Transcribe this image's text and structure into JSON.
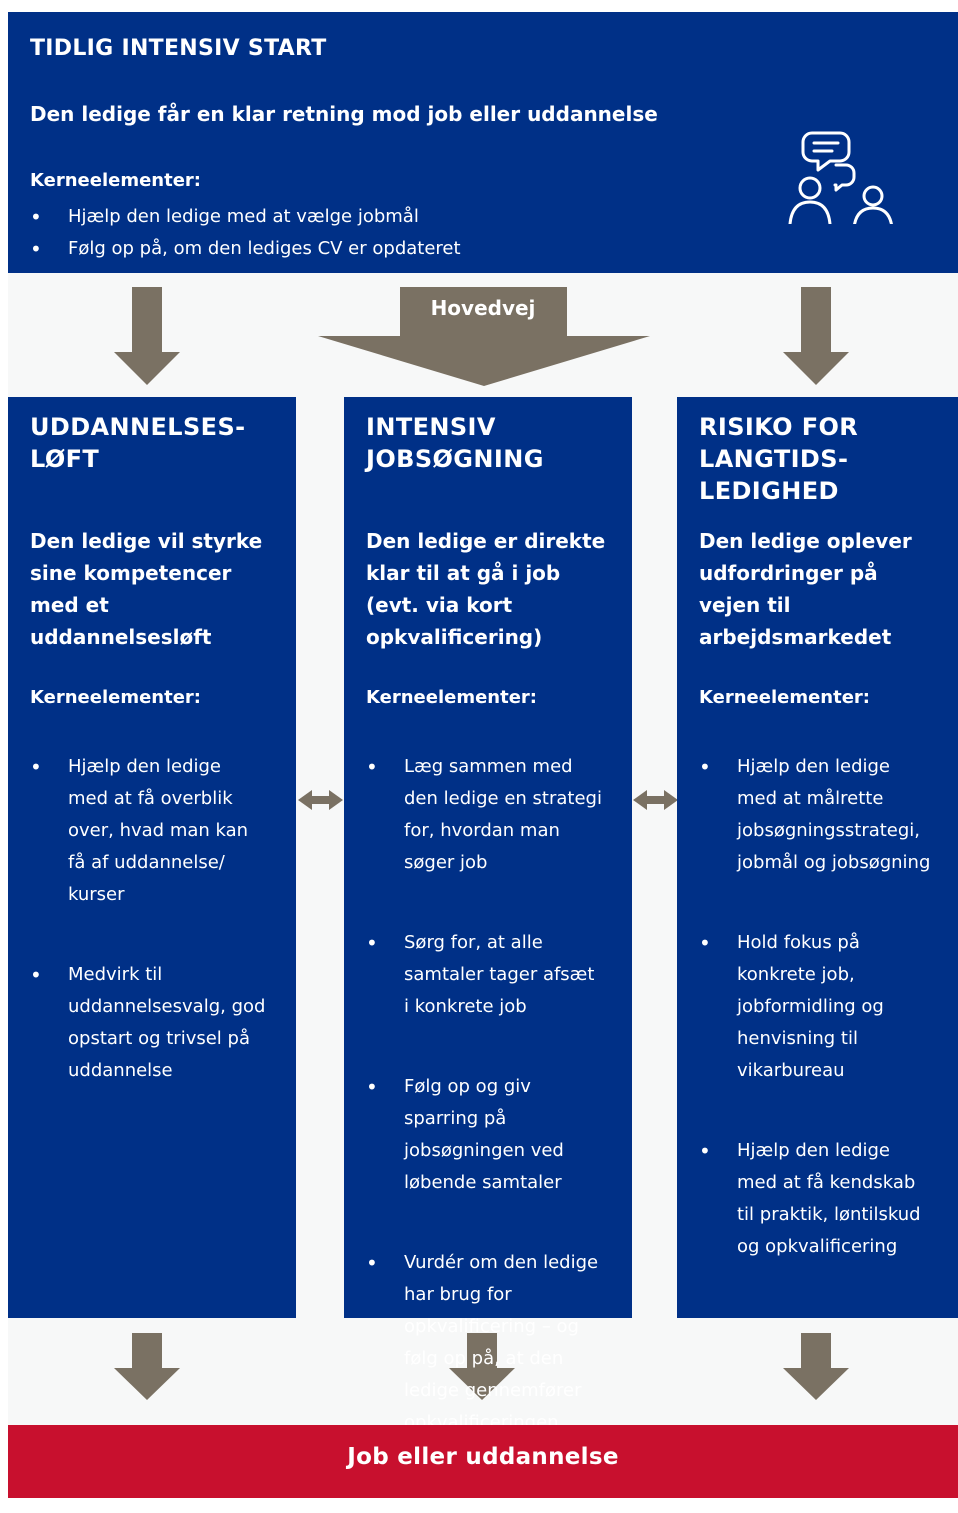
{
  "top": {
    "title": "TIDLIG INTENSIV START",
    "subtitle": "Den ledige får en klar retning mod job eller uddannelse",
    "kerne_label": "Kerneelementer:",
    "items": [
      "Hjælp den ledige med at vælge jobmål",
      "Følg op på, om den lediges CV er opdateret"
    ],
    "icon": "people-conversation-icon"
  },
  "hovedvej_label": "Hovedvej",
  "columns": [
    {
      "title": "UDDANNELSES-\nLØFT",
      "subtitle": "Den ledige vil styrke\nsine kompetencer\nmed et\nuddannelsesløft",
      "kerne_label": "Kerneelementer:",
      "items": [
        "Hjælp den ledige\nmed at få overblik\nover, hvad man kan\nfå af uddannelse/\nkurser",
        "Medvirk til\nuddannelsesvalg, god\nopstart og trivsel på\nuddannelse"
      ]
    },
    {
      "title": "INTENSIV\nJOBSØGNING",
      "subtitle": "Den ledige er direkte\nklar til at gå i job\n(evt. via kort\nopkvalificering)",
      "kerne_label": "Kerneelementer:",
      "items": [
        "Læg sammen med\nden ledige en strategi\nfor, hvordan man\nsøger job",
        "Sørg for, at alle\nsamtaler tager afsæt\ni konkrete job",
        "Følg op og giv\nsparring på\njobsøgningen ved\nløbende samtaler",
        "Vurdér om den ledige\nhar brug for\nopkvalificering – og\nfølg op på, at den\nledige gennemfører\nopkvalificeringen"
      ]
    },
    {
      "title": "RISIKO FOR\nLANGTIDS-\nLEDIGHED",
      "subtitle": "Den ledige oplever\nudfordringer på\nvejen til\narbejdsmarkedet",
      "kerne_label": "Kerneelementer:",
      "items": [
        "Hjælp den ledige\nmed at målrette\njobsøgningsstrategi,\njobmål og jobsøgning",
        "Hold fokus på\nkonkrete job,\njobformidling og\nhenvisning til\nvikarbureau",
        "Hjælp den ledige\nmed at få kendskab\ntil praktik, løntilskud\nog opkvalificering"
      ]
    }
  ],
  "bottom_label": "Job eller uddannelse",
  "colors": {
    "box_blue": "#003087",
    "arrow_gray": "#7a7163",
    "bottom_red": "#c8102e",
    "band": "#f7f8f8"
  }
}
